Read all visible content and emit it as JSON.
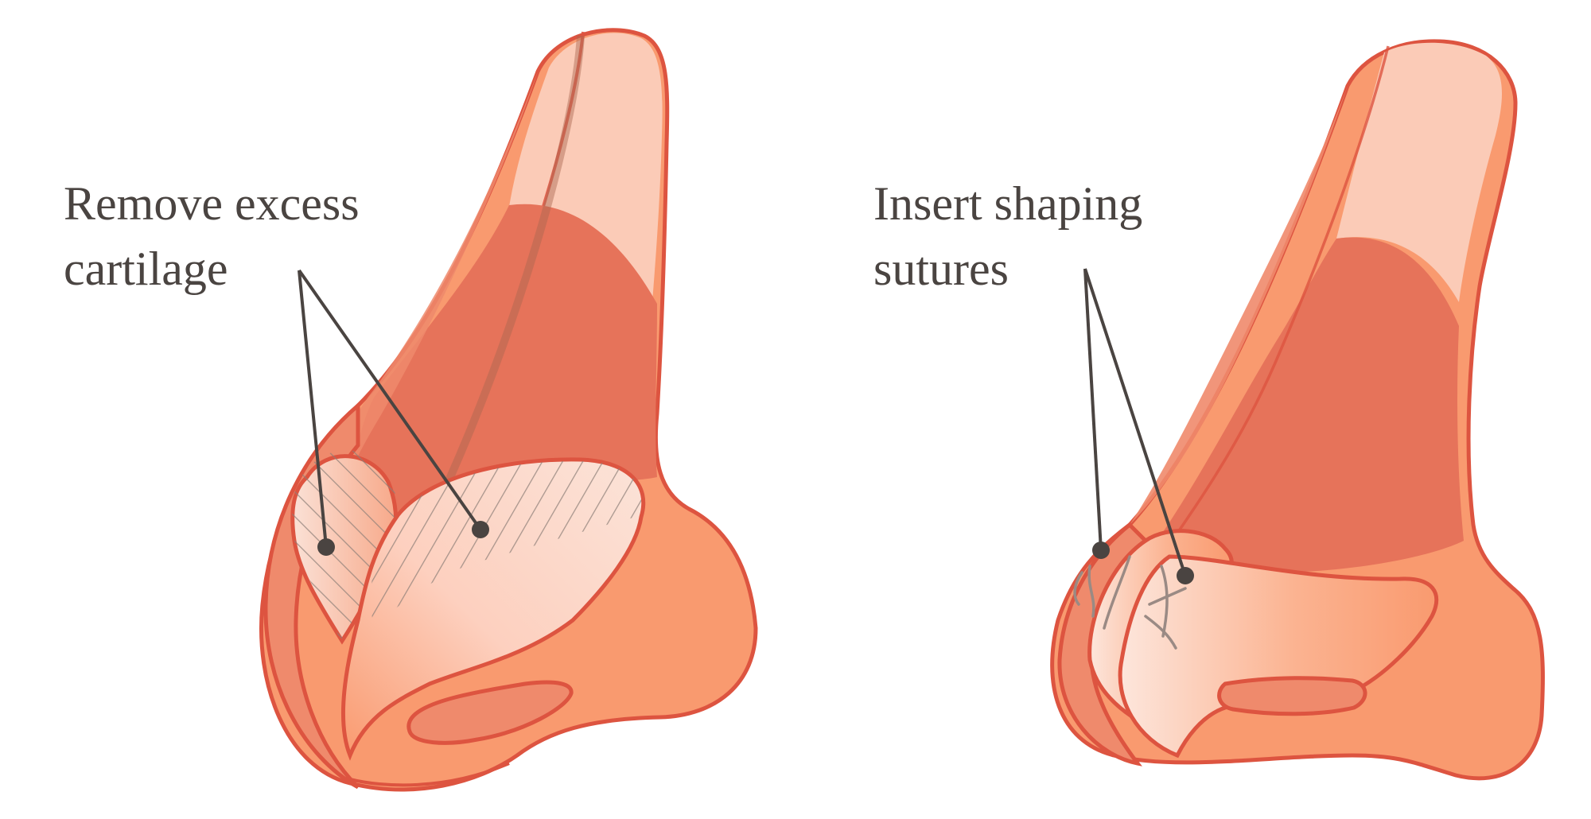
{
  "panels": [
    {
      "id": "left",
      "label_lines": [
        "Remove excess",
        "cartilage"
      ]
    },
    {
      "id": "right",
      "label_lines": [
        "Insert shaping",
        "sutures"
      ]
    }
  ],
  "colors": {
    "outline": "#dd5440",
    "skin_light": "#f9c9b5",
    "skin_mid": "#f99a6f",
    "skin_deep": "#e6735a",
    "cartilage_pale": "#fde3d8",
    "hatch": "#8d7f78",
    "callout_line": "#4a4441",
    "text": "#4a4441"
  }
}
